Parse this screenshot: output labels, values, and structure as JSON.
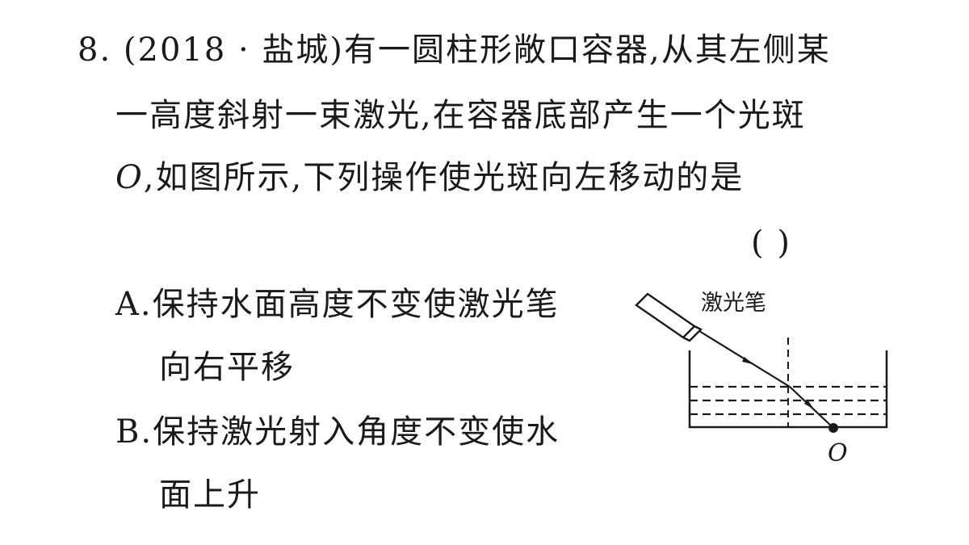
{
  "question": {
    "number": "8.",
    "source": "(2018 · 盐城)",
    "stem_line1_rest": "有一圆柱形敞口容器,从其左侧某",
    "stem_line2": "一高度斜射一束激光,在容器底部产生一个光斑",
    "spot_symbol": "O",
    "stem_line3_rest": ",如图所示,下列操作使光斑向左移动的是",
    "answer_bracket": "(          )"
  },
  "options": {
    "a": {
      "letter": "A.",
      "text_line1": "保持水面高度不变使激光笔",
      "text_line2": "向右平移"
    },
    "b": {
      "letter": "B.",
      "text_line1": "保持激光射入角度不变使水",
      "text_line2": "面上升"
    }
  },
  "diagram": {
    "laser_label": "激光笔",
    "spot_label": "O"
  }
}
